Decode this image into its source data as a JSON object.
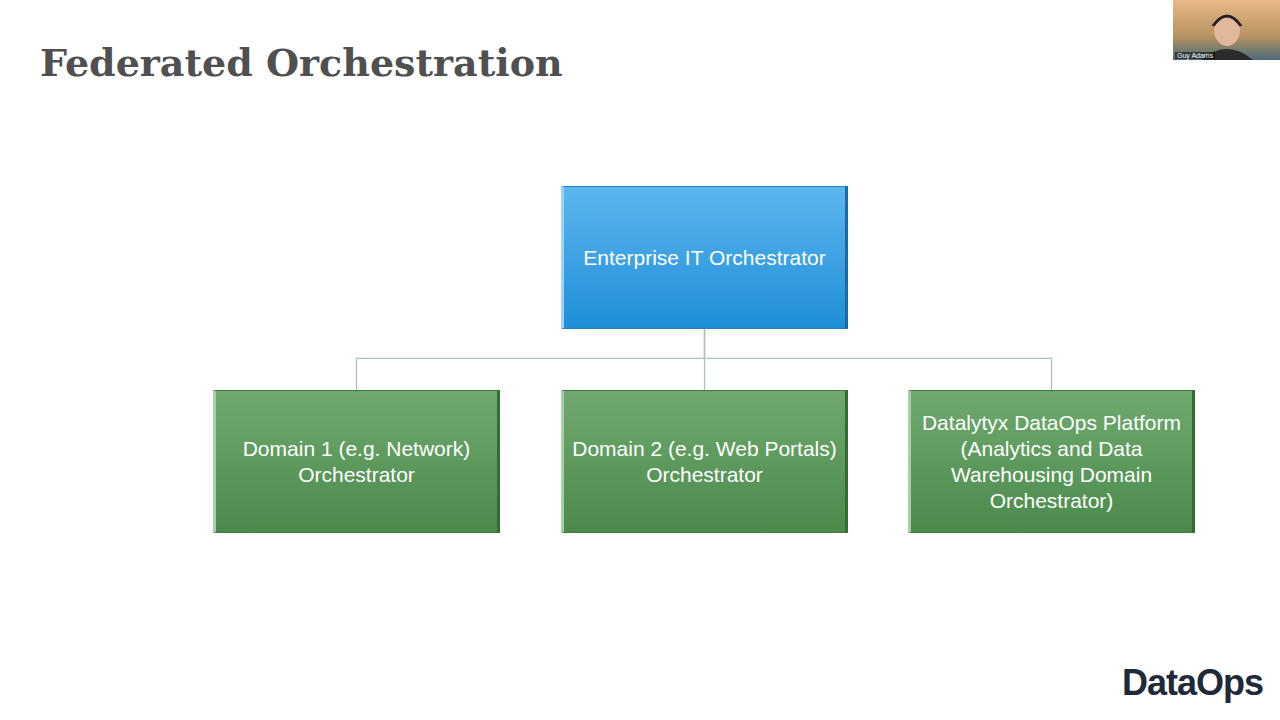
{
  "diagram": {
    "title": "Federated Orchestration",
    "nodes": [
      {
        "text": [
          "Enterprise IT Orchestrator"
        ]
      },
      {
        "text": [
          "Domain 1 (e.g. Network) Orchestrator"
        ]
      },
      {
        "text": [
          "Domain 2 (e.g. Web Portals) Orchestrator"
        ]
      },
      {
        "text": [
          "Datalytyx DataOps Platform (Analytics and Data Warehousing Domain Orchestrator)"
        ]
      }
    ],
    "edges": [
      {
        "from": 0,
        "to": 1,
        "arrow": "none"
      },
      {
        "from": 0,
        "to": 2,
        "arrow": "none"
      },
      {
        "from": 0,
        "to": 3,
        "arrow": "none"
      }
    ],
    "labels": [
      "Guy Adams",
      "DataOps"
    ]
  }
}
